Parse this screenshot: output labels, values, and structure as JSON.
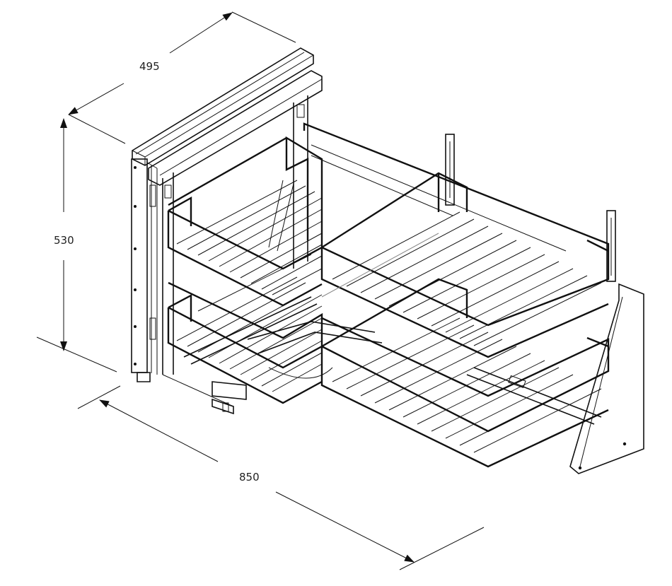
{
  "dimensions": {
    "depth": "495",
    "height": "530",
    "width": "850"
  }
}
